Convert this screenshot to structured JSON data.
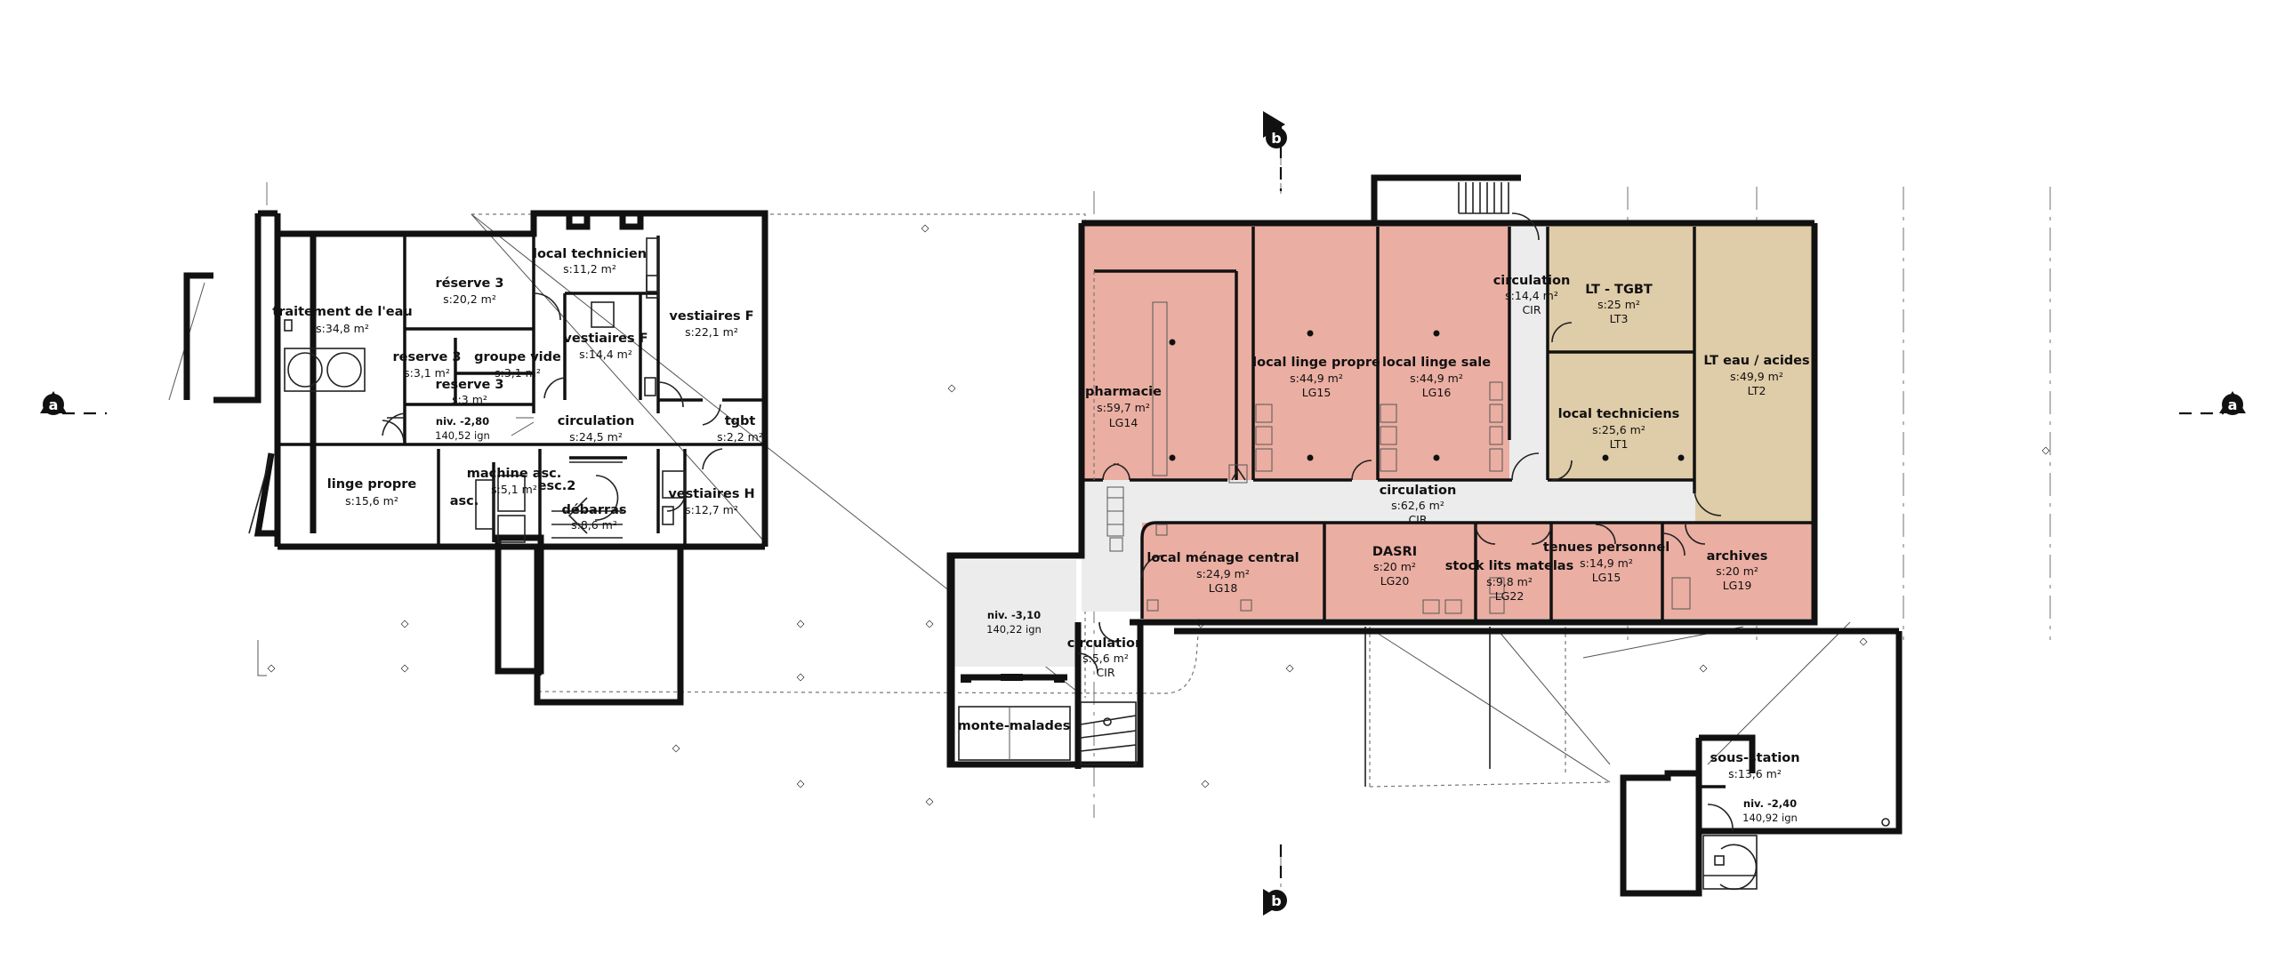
{
  "colors": {
    "pink": "#ebaea2",
    "tan": "#dfcca8",
    "grey": "#ececec",
    "wall": "#111111"
  },
  "section_marks": {
    "a_left": "a",
    "a_right": "a",
    "b_top": "b",
    "b_bottom": "b"
  },
  "rooms": {
    "traitement": {
      "name": "traitement de l'eau",
      "area": "s:34,8 m²"
    },
    "reserve3": {
      "name": "réserve 3",
      "area": "s:20,2 m²"
    },
    "local_technicien": {
      "name": "local technicien",
      "area": "s:11,2 m²"
    },
    "vestiaires_f1": {
      "name": "vestiaires F",
      "area": "s:14,4 m²"
    },
    "vestiaires_f2": {
      "name": "vestiaires F",
      "area": "s:22,1 m²"
    },
    "reserve_a": {
      "name": "reserve 3",
      "area": "s:3,1 m²"
    },
    "reserve_b": {
      "name": "reserve 3",
      "area": "s:3 m²"
    },
    "groupe_vide": {
      "name": "groupe vide",
      "area": "s:3,1 m²"
    },
    "circulation_w": {
      "name": "circulation",
      "area": "s:24,5 m²"
    },
    "tgbt": {
      "name": "tgbt",
      "area": "s:2,2 m²"
    },
    "linge_propre_w": {
      "name": "linge propre",
      "area": "s:15,6 m²"
    },
    "machine_asc": {
      "name": "machine asc.",
      "area": "s:5,1 m²"
    },
    "asc": {
      "name": "asc."
    },
    "esc2": {
      "name": "esc.2"
    },
    "debarras": {
      "name": "débarras",
      "area": "s:8,6 m²"
    },
    "vestiaires_h": {
      "name": "vestiaires H",
      "area": "s:12,7 m²"
    },
    "pharmacie": {
      "name": "pharmacie",
      "area": "s:59,7 m²",
      "code": "LG14"
    },
    "linge_propre": {
      "name": "local linge propre",
      "area": "s:44,9 m²",
      "code": "LG15"
    },
    "linge_sale": {
      "name": "local linge sale",
      "area": "s:44,9 m²",
      "code": "LG16"
    },
    "circulation_n": {
      "name": "circulation",
      "area": "s:14,4 m²",
      "code": "CIR"
    },
    "lt_tgbt": {
      "name": "LT - TGBT",
      "area": "s:25 m²",
      "code": "LT3"
    },
    "lt_eau": {
      "name": "LT eau / acides",
      "area": "s:49,9 m²",
      "code": "LT2"
    },
    "local_techniciens": {
      "name": "local techniciens",
      "area": "s:25,6 m²",
      "code": "LT1"
    },
    "circulation_main": {
      "name": "circulation",
      "area": "s:62,6 m²",
      "code": "CIR"
    },
    "menage": {
      "name": "local ménage central",
      "area": "s:24,9 m²",
      "code": "LG18"
    },
    "dasri": {
      "name": "DASRI",
      "area": "s:20 m²",
      "code": "LG20"
    },
    "stock_lits": {
      "name": "stock lits matelas",
      "area": "s:9,8 m²",
      "code": "LG22"
    },
    "tenues": {
      "name": "tenues personnel",
      "area": "s:14,9 m²",
      "code": "LG15"
    },
    "archives": {
      "name": "archives",
      "area": "s:20 m²",
      "code": "LG19"
    },
    "circulation_s": {
      "name": "circulation",
      "area": "s:5,6 m²",
      "code": "CIR"
    },
    "monte_malades": {
      "name": "monte-malades"
    },
    "sous_station": {
      "name": "sous-station",
      "area": "s:13,6 m²"
    }
  },
  "levels": {
    "west": {
      "niv": "niv. -2,80",
      "ign": "140,52 ign"
    },
    "center": {
      "niv": "niv. -3,10",
      "ign": "140,22 ign"
    },
    "east": {
      "niv": "niv. -2,40",
      "ign": "140,92 ign"
    }
  }
}
